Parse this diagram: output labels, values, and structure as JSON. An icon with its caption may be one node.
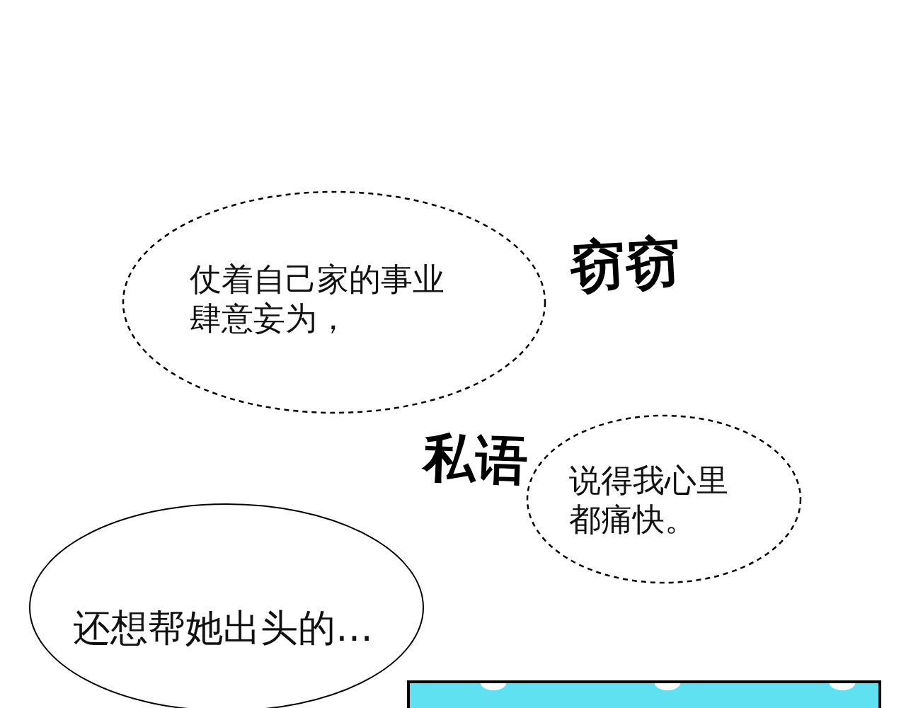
{
  "diagram": {
    "nodes": [
      {
        "text": [
          "仗着自己家的事业肆意妄为，"
        ]
      },
      {
        "text": [
          "说得我心里都痛快。"
        ]
      },
      {
        "text": [
          "还想帮她出头的…"
        ]
      }
    ],
    "labels": [
      "窃窃",
      "私语"
    ]
  }
}
